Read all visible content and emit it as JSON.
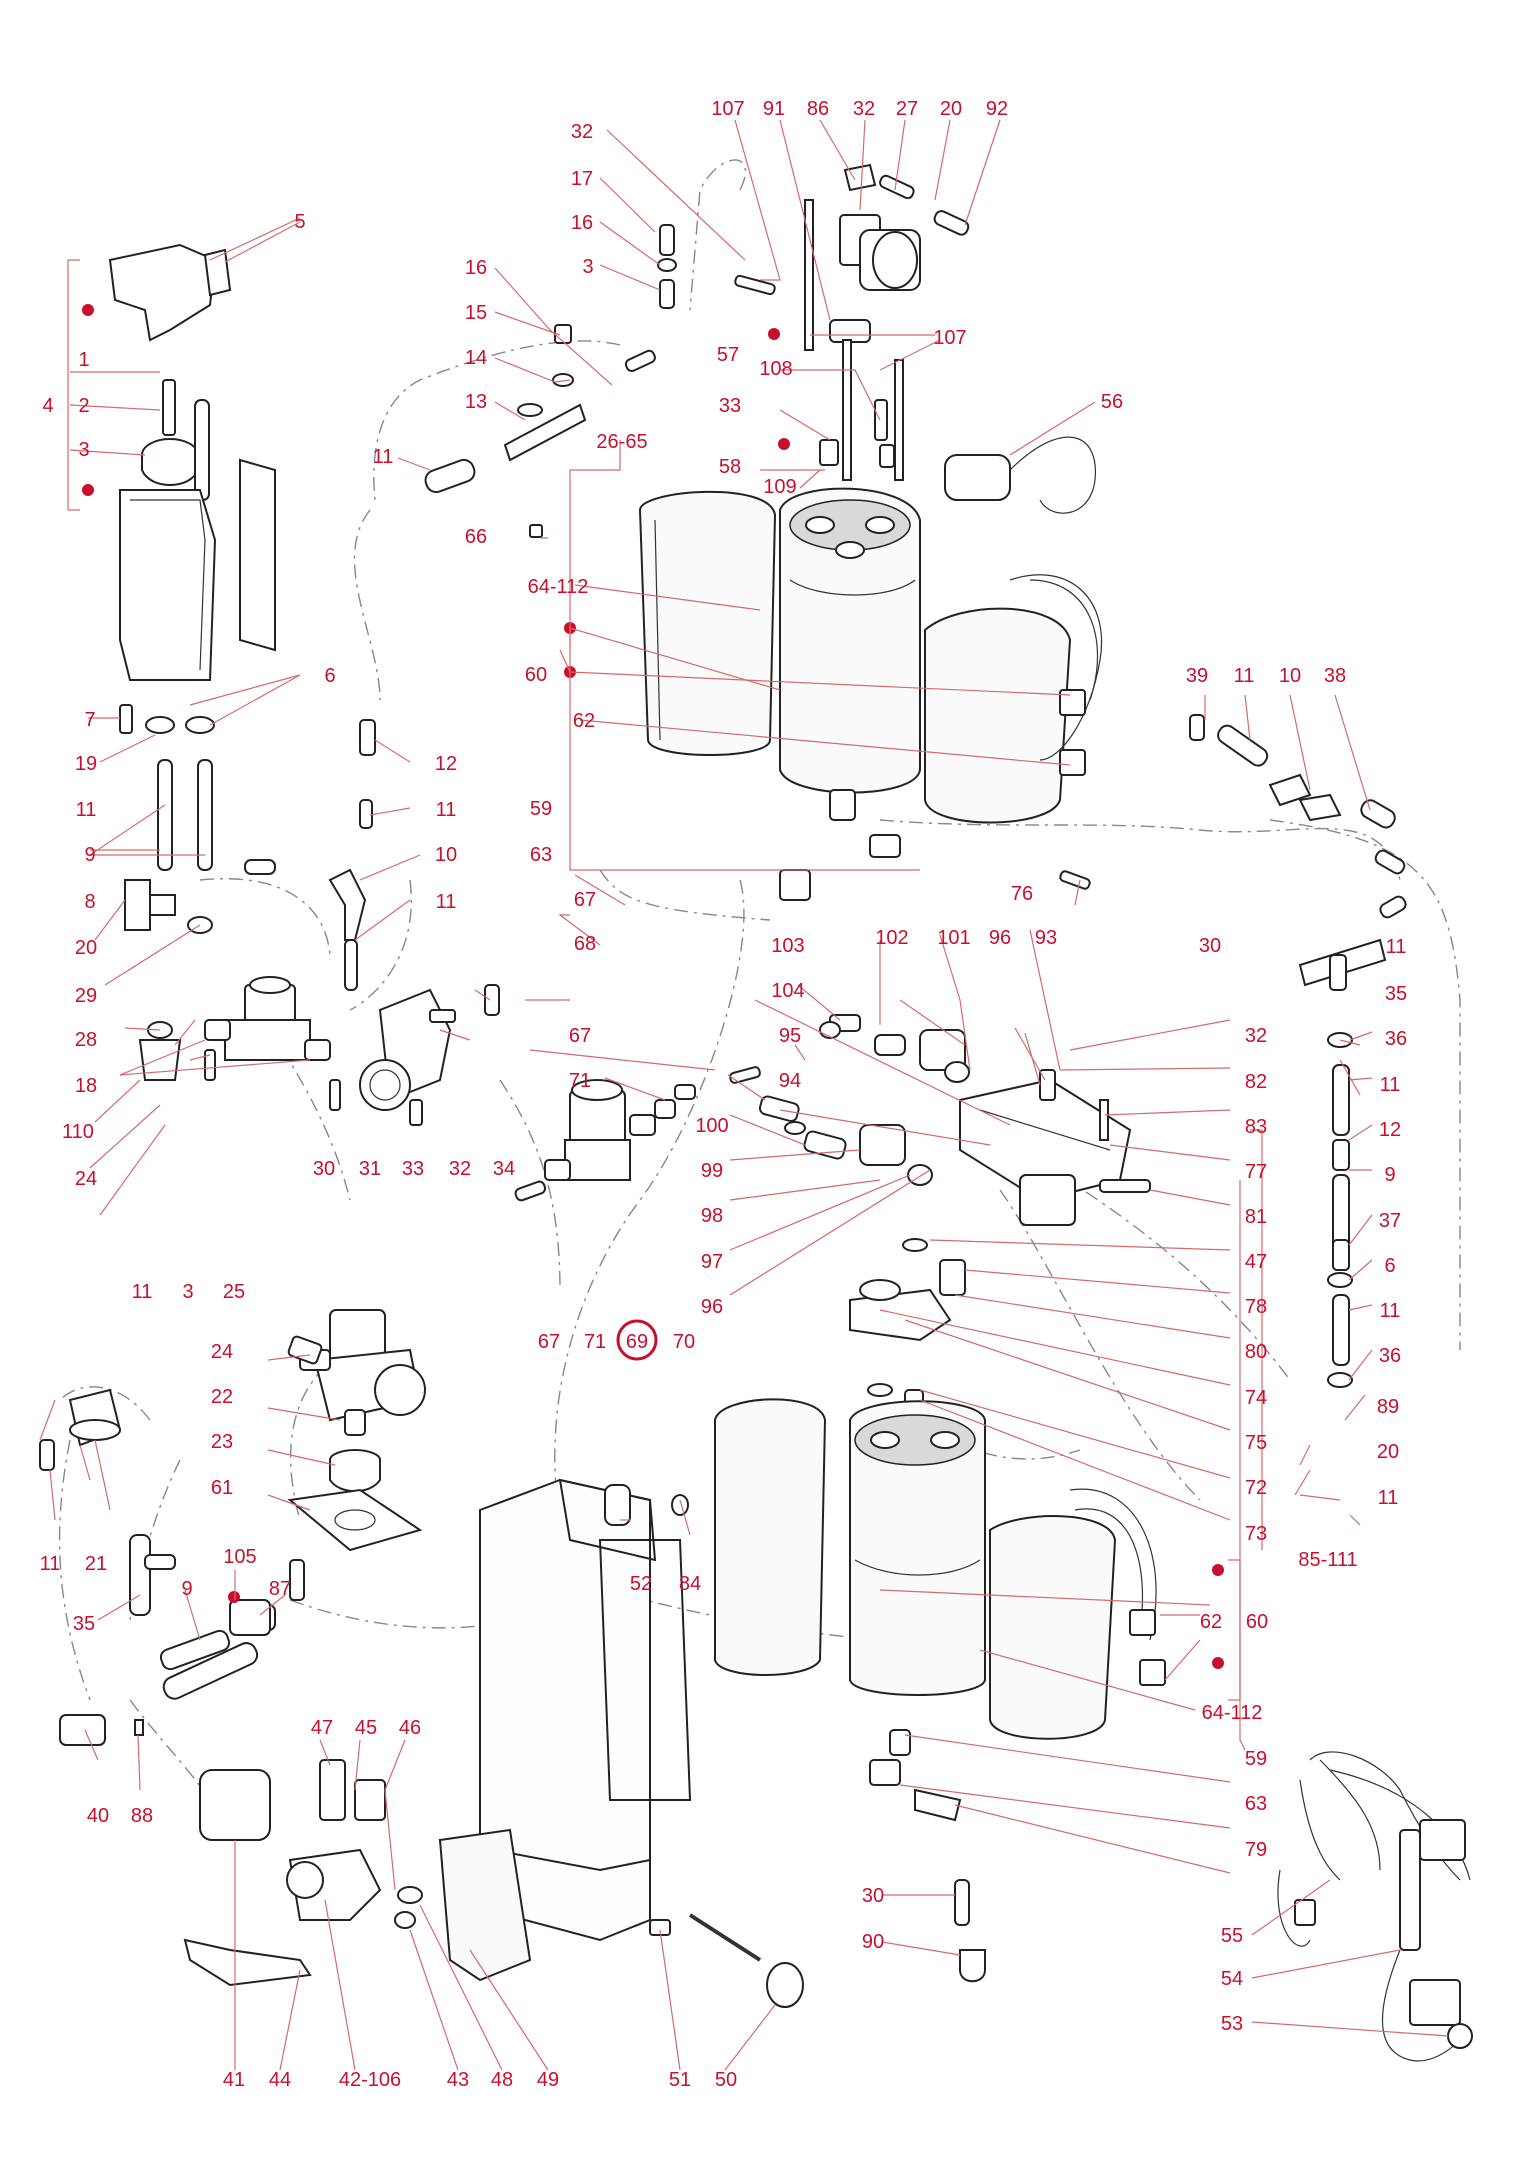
{
  "diagram": {
    "highlighted_part": "69",
    "accent_color": "#c8102e",
    "labels": [
      "107",
      "91",
      "86",
      "32",
      "27",
      "20",
      "92",
      "32",
      "17",
      "16",
      "3",
      "5",
      "16",
      "15",
      "14",
      "13",
      "11",
      "26-65",
      "66",
      "57",
      "108",
      "107",
      "33",
      "58",
      "109",
      "56",
      "4",
      "1",
      "2",
      "3",
      "64-112",
      "60",
      "62",
      "39",
      "11",
      "10",
      "38",
      "7",
      "19",
      "6",
      "12",
      "11",
      "9",
      "10",
      "11",
      "59",
      "63",
      "67",
      "68",
      "11",
      "8",
      "20",
      "29",
      "28",
      "18",
      "110",
      "24",
      "30",
      "31",
      "33",
      "32",
      "34",
      "11",
      "3",
      "25",
      "76",
      "103",
      "102",
      "101",
      "96",
      "93",
      "30",
      "104",
      "95",
      "32",
      "82",
      "83",
      "77",
      "81",
      "94",
      "100",
      "99",
      "98",
      "97",
      "96",
      "67",
      "71",
      "11",
      "35",
      "36",
      "11",
      "12",
      "9",
      "37",
      "6",
      "11",
      "36",
      "47",
      "78",
      "80",
      "74",
      "75",
      "72",
      "73",
      "67",
      "71",
      "69",
      "70",
      "89",
      "20",
      "11",
      "85-111",
      "24",
      "22",
      "23",
      "61",
      "52",
      "84",
      "60",
      "62",
      "64-112",
      "59",
      "63",
      "79",
      "11",
      "21",
      "35",
      "105",
      "9",
      "87",
      "40",
      "88",
      "47",
      "45",
      "46",
      "30",
      "90",
      "55",
      "54",
      "53",
      "41",
      "44",
      "42-106",
      "43",
      "48",
      "49",
      "51",
      "50"
    ]
  }
}
